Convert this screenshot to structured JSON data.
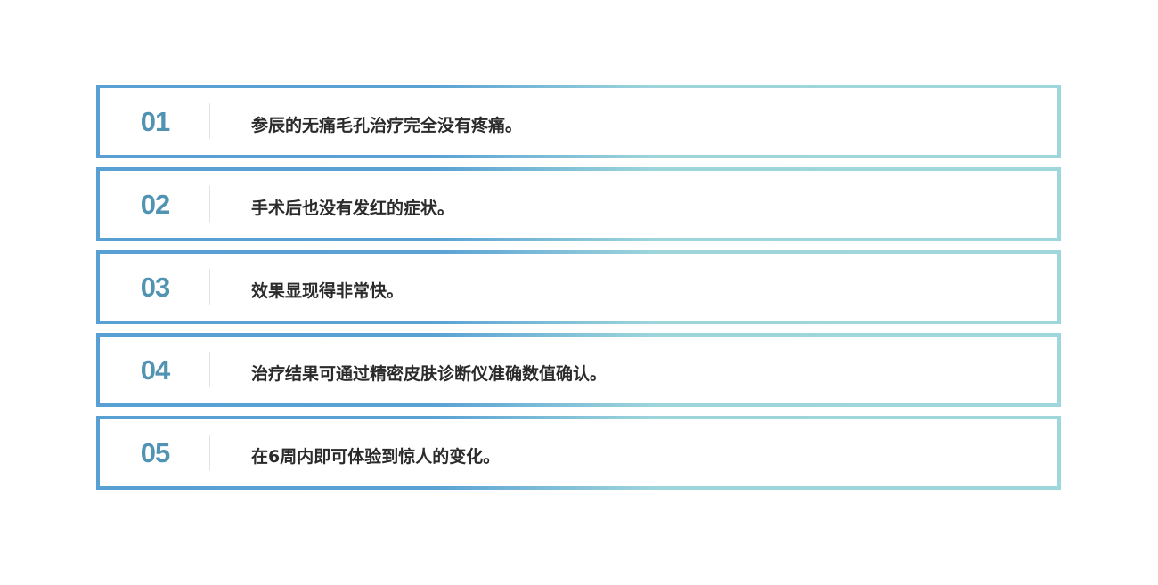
{
  "colors": {
    "border_start": "#58a0d3",
    "border_end": "#9fd6dc",
    "number": "#5093b2",
    "text": "#2b2b2b",
    "divider": "#e2e2e2"
  },
  "items": [
    {
      "number": "01",
      "text": "参辰的无痛毛孔治疗完全没有疼痛。"
    },
    {
      "number": "02",
      "text": "手术后也没有发红的症状。"
    },
    {
      "number": "03",
      "text": "效果显现得非常快。"
    },
    {
      "number": "04",
      "text": "治疗结果可通过精密皮肤诊断仪准确数值确认。"
    },
    {
      "number": "05",
      "text": "在6周内即可体验到惊人的变化。"
    }
  ]
}
